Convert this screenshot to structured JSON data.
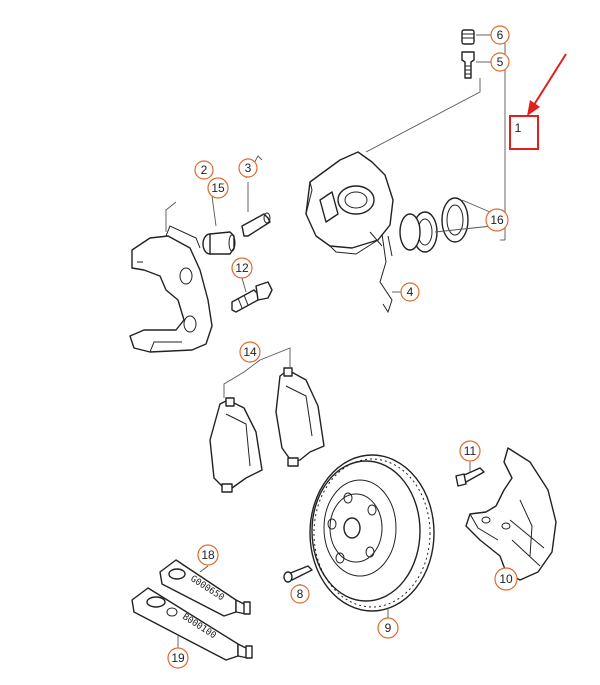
{
  "callouts": [
    {
      "id": "c1",
      "label": "1"
    },
    {
      "id": "c2",
      "label": "2"
    },
    {
      "id": "c3",
      "label": "3"
    },
    {
      "id": "c4",
      "label": "4"
    },
    {
      "id": "c5",
      "label": "5"
    },
    {
      "id": "c6",
      "label": "6"
    },
    {
      "id": "c8",
      "label": "8"
    },
    {
      "id": "c9",
      "label": "9"
    },
    {
      "id": "c10",
      "label": "10"
    },
    {
      "id": "c11",
      "label": "11"
    },
    {
      "id": "c12",
      "label": "12"
    },
    {
      "id": "c14",
      "label": "14"
    },
    {
      "id": "c15",
      "label": "15"
    },
    {
      "id": "c16",
      "label": "16"
    },
    {
      "id": "c18",
      "label": "18"
    },
    {
      "id": "c19",
      "label": "19"
    }
  ],
  "tubes": {
    "top_text": "G000650",
    "bottom_text": "B000100"
  },
  "colors": {
    "callout_ring": "#e26a2c",
    "highlight": "#e0201b",
    "line": "#222222"
  }
}
